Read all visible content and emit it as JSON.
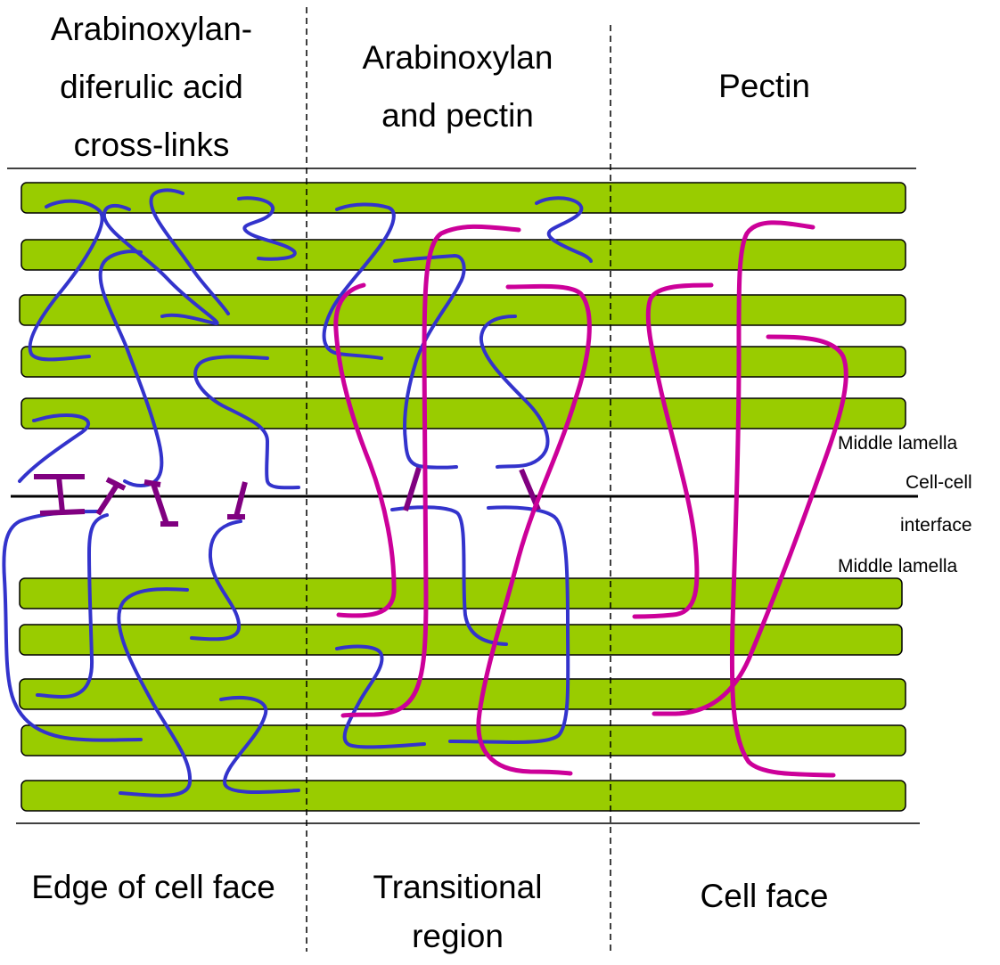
{
  "headers": {
    "left": [
      "Arabinoxylan-",
      "diferulic acid",
      "cross-links"
    ],
    "middle": [
      "Arabinoxylan",
      "and pectin"
    ],
    "right": [
      "Pectin"
    ]
  },
  "side_labels": {
    "middle_lamella_top": "Middle lamella",
    "interface_line1": "Cell-cell",
    "interface_line2": "interface",
    "middle_lamella_bottom": "Middle lamella"
  },
  "footers": {
    "left": "Edge of cell face",
    "middle": [
      "Transitional",
      "region"
    ],
    "right": "Cell face"
  },
  "colors": {
    "microfibril": "#99CC00",
    "arabinoxylan": "#3333CC",
    "pectin": "#CC0099",
    "crosslink": "#800080"
  }
}
